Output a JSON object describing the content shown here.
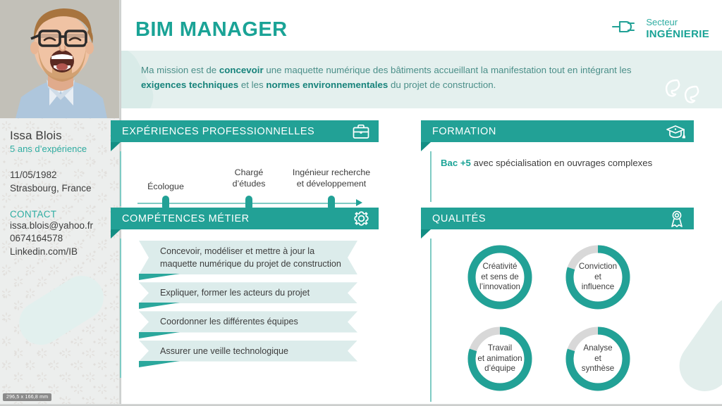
{
  "profile": {
    "name": "Issa Blois",
    "experience_years": "5 ans d’expérience",
    "birthdate": "11/05/1982",
    "location": "Strasbourg, France",
    "contact_title": "CONTACT",
    "email": "issa.blois@yahoo.fr",
    "phone": "0674164578",
    "linkedin": "Linkedin.com/IB",
    "photo_alt": "portrait-laughing-man-glasses"
  },
  "header": {
    "job_title": "BIM MANAGER",
    "sector_label": "Secteur",
    "sector_value": "INGÉNIERIE",
    "sector_icon": "plug-icon"
  },
  "mission": {
    "part1": "Ma mission est de ",
    "bold1": "concevoir",
    "part2": " une maquette numérique des bâtiments accueillant la manifestation tout en intégrant les ",
    "bold2": "exigences techniques",
    "part3": " et les ",
    "bold3": "normes environnementales",
    "part4": " du projet de construction.",
    "decoration": "quotation-marks"
  },
  "sections": {
    "experiences": {
      "title": "EXPÉRIENCES PROFESSIONNELLES",
      "icon": "briefcase-icon",
      "items": [
        {
          "label_line1": "Écologue",
          "label_line2": ""
        },
        {
          "label_line1": "Chargé",
          "label_line2": "d’études"
        },
        {
          "label_line1": "Ingénieur recherche",
          "label_line2": "et développement"
        }
      ]
    },
    "formation": {
      "title": "FORMATION",
      "icon": "graduation-cap-icon",
      "bold": "Bac +5",
      "rest": " avec spécialisation en ouvrages complexes"
    },
    "competences": {
      "title": "COMPÉTENCES MÉTIER",
      "icon": "gear-icon",
      "items": [
        "Concevoir, modéliser et mettre à jour la maquette numérique du projet de construction",
        "Expliquer, former les acteurs du projet",
        "Coordonner les différentes équipes",
        "Assurer une veille technologique"
      ]
    },
    "qualites": {
      "title": "QUALITÉS",
      "icon": "award-ribbon-icon",
      "items": [
        {
          "label": "Créativité\net sens de\nl’innovation",
          "value": 100
        },
        {
          "label": "Conviction\net\ninfluence",
          "value": 80
        },
        {
          "label": "Travail\net animation\nd’équipe",
          "value": 80
        },
        {
          "label": "Analyse\net\nsynthèse",
          "value": 80
        }
      ]
    }
  },
  "status": {
    "dimensions": "296,5 x 166,8 mm"
  },
  "colors": {
    "teal": "#22a196",
    "teal_dark": "#138e84",
    "teal_light": "#2fada2",
    "pale_teal": "#dceceb",
    "mission_bg": "#e4f0ee",
    "sidebar_bg": "#eceeed",
    "donut_track": "#d8d8d8",
    "text_dark": "#3d3d3d"
  },
  "chart_data": {
    "type": "pie",
    "title": "QUALITÉS",
    "categories": [
      "Créativité et sens de l’innovation",
      "Conviction et influence",
      "Travail et animation d’équipe",
      "Analyse et synthèse"
    ],
    "values": [
      100,
      80,
      80,
      80
    ],
    "ylim": [
      0,
      100
    ],
    "legend": "none"
  }
}
